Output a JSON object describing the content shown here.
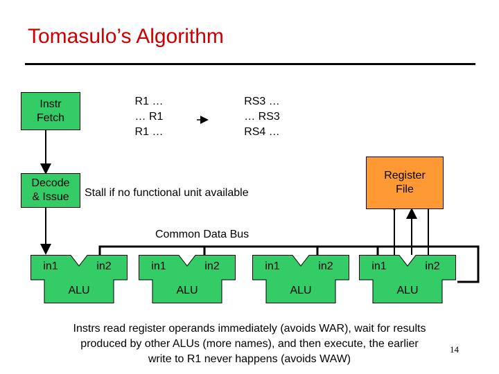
{
  "title": "Tomasulo’s Algorithm",
  "instr_fetch": "Instr\nFetch",
  "code_left": [
    "R1  …",
    "…  R1",
    "R1  …"
  ],
  "arrow_mid": "",
  "code_right": [
    "RS3  …",
    "…    RS3",
    "RS4  …"
  ],
  "decode_issue": "Decode\n& Issue",
  "stall_text": "Stall if no functional unit available",
  "register_file": "Register\nFile",
  "cdb_label": "Common Data Bus",
  "units": [
    {
      "in1": "in1",
      "in2": "in2",
      "alu": "ALU"
    },
    {
      "in1": "in1",
      "in2": "in2",
      "alu": "ALU"
    },
    {
      "in1": "in1",
      "in2": "in2",
      "alu": "ALU"
    },
    {
      "in1": "in1",
      "in2": "in2",
      "alu": "ALU"
    }
  ],
  "caption": [
    "Instrs read register operands immediately (avoids WAR), wait for results",
    "produced by other ALUs (more names), and then execute, the earlier",
    "write to R1 never happens (avoids WAW)"
  ],
  "page_number": "14",
  "colors": {
    "title": "#cc0000",
    "unit": "#33cc66",
    "register_file": "#ff9933"
  }
}
